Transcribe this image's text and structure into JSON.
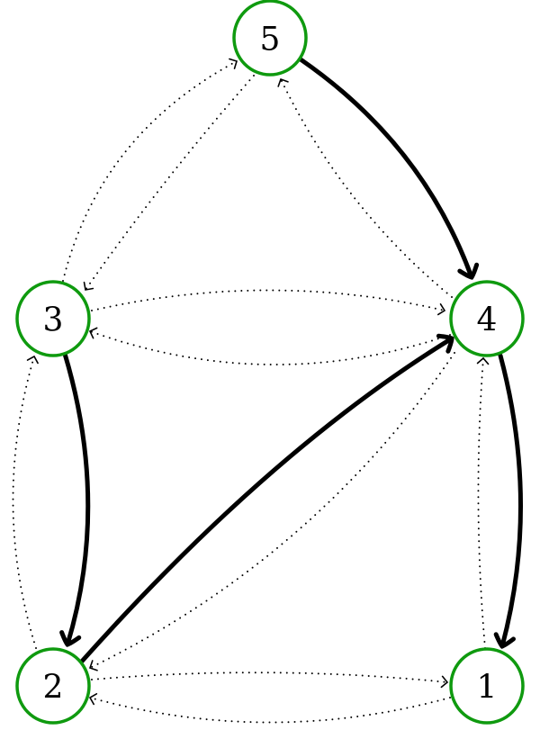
{
  "graph": {
    "node_color": "#0f9a0f",
    "nodes": [
      {
        "id": "1",
        "label": "1"
      },
      {
        "id": "2",
        "label": "2"
      },
      {
        "id": "3",
        "label": "3"
      },
      {
        "id": "4",
        "label": "4"
      },
      {
        "id": "5",
        "label": "5"
      }
    ],
    "edges": [
      {
        "from": "5",
        "to": "4",
        "style": "solid"
      },
      {
        "from": "3",
        "to": "2",
        "style": "solid"
      },
      {
        "from": "2",
        "to": "4",
        "style": "solid"
      },
      {
        "from": "4",
        "to": "1",
        "style": "solid"
      },
      {
        "from": "3",
        "to": "5",
        "style": "dotted"
      },
      {
        "from": "5",
        "to": "3",
        "style": "dotted"
      },
      {
        "from": "4",
        "to": "5",
        "style": "dotted"
      },
      {
        "from": "3",
        "to": "4",
        "style": "dotted"
      },
      {
        "from": "4",
        "to": "3",
        "style": "dotted"
      },
      {
        "from": "2",
        "to": "3",
        "style": "dotted"
      },
      {
        "from": "4",
        "to": "2",
        "style": "dotted"
      },
      {
        "from": "2",
        "to": "1",
        "style": "dotted"
      },
      {
        "from": "1",
        "to": "2",
        "style": "dotted"
      },
      {
        "from": "1",
        "to": "4",
        "style": "dotted"
      }
    ]
  }
}
